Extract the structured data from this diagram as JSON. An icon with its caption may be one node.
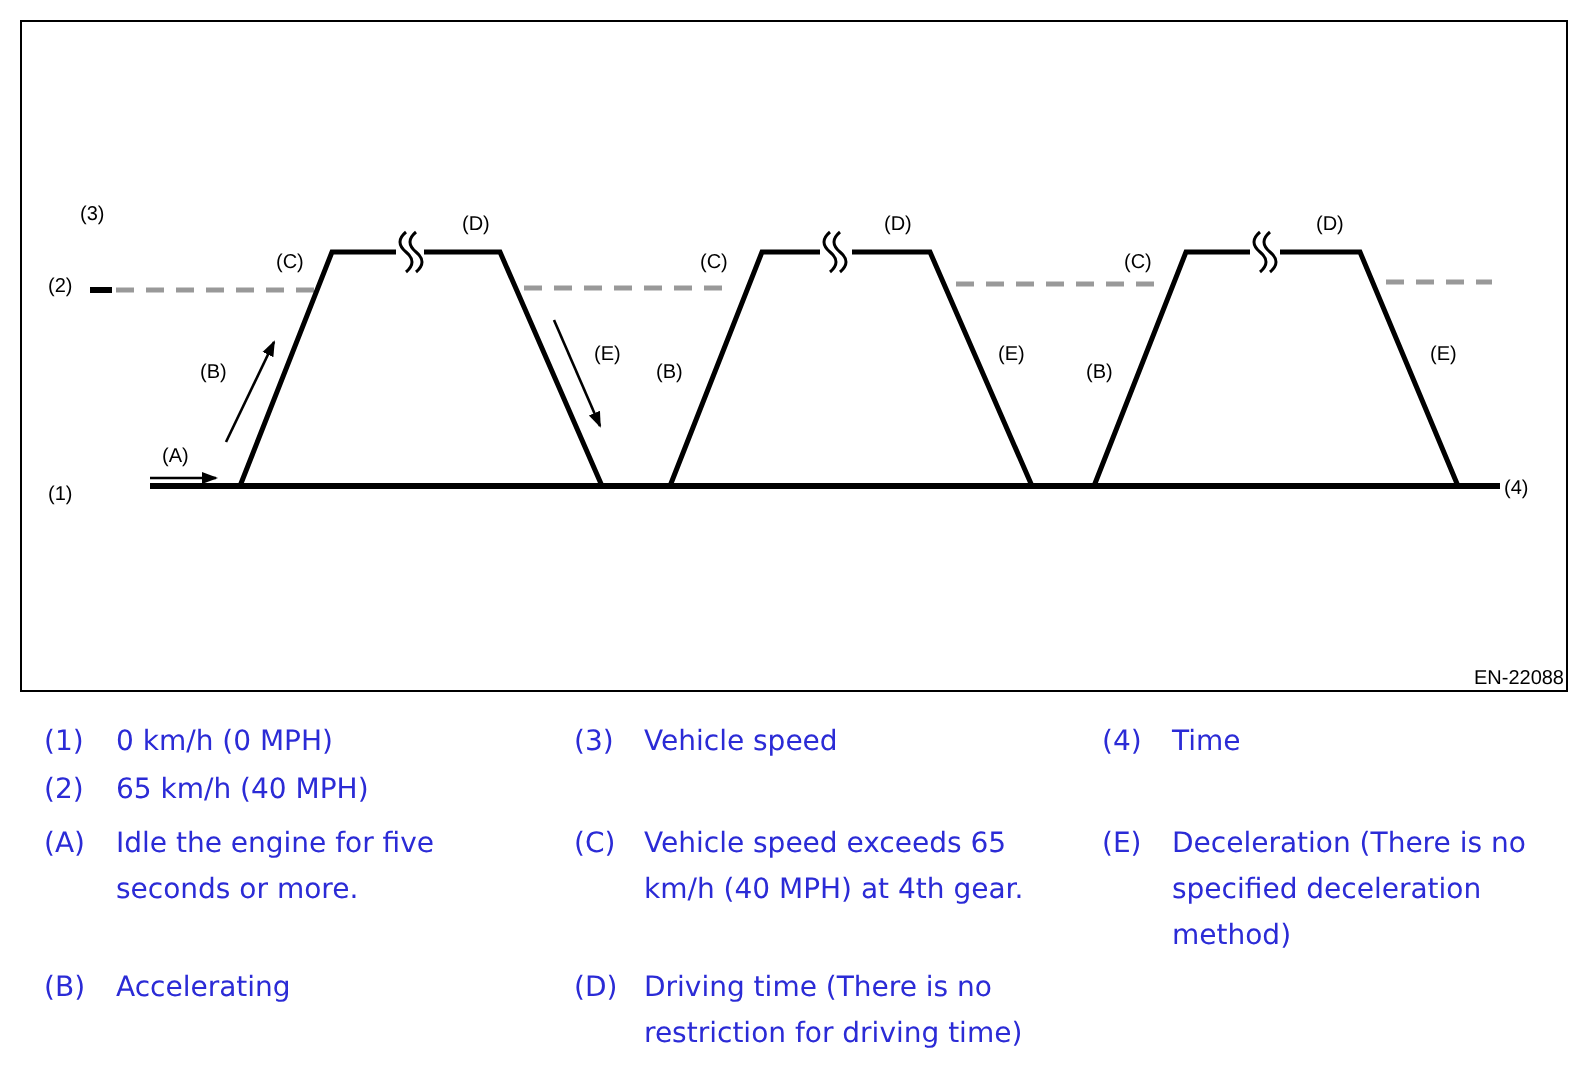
{
  "diagram": {
    "labels": [
      "(3)",
      "(D)",
      "(D)",
      "(D)",
      "(C)",
      "(C)",
      "(C)",
      "(2)",
      "(E)",
      "(E)",
      "(E)",
      "(B)",
      "(B)",
      "(B)",
      "(A)",
      "(1)",
      "(4)",
      "EN-22088",
      "(1)",
      "0 km/h (0 MPH)",
      "(3)",
      "Vehicle speed",
      "(4)",
      "Time",
      "(2)",
      "65 km/h (40 MPH)",
      "(A)",
      "Idle the engine for five seconds or more.",
      "(C)",
      "Vehicle speed exceeds 65 km/h (40 MPH) at 4th gear.",
      "(E)",
      "Deceleration (There is no specified deceleration method)",
      "(B)",
      "Accelerating",
      "(D)",
      "Driving time (There is no restriction for driving time)"
    ]
  }
}
